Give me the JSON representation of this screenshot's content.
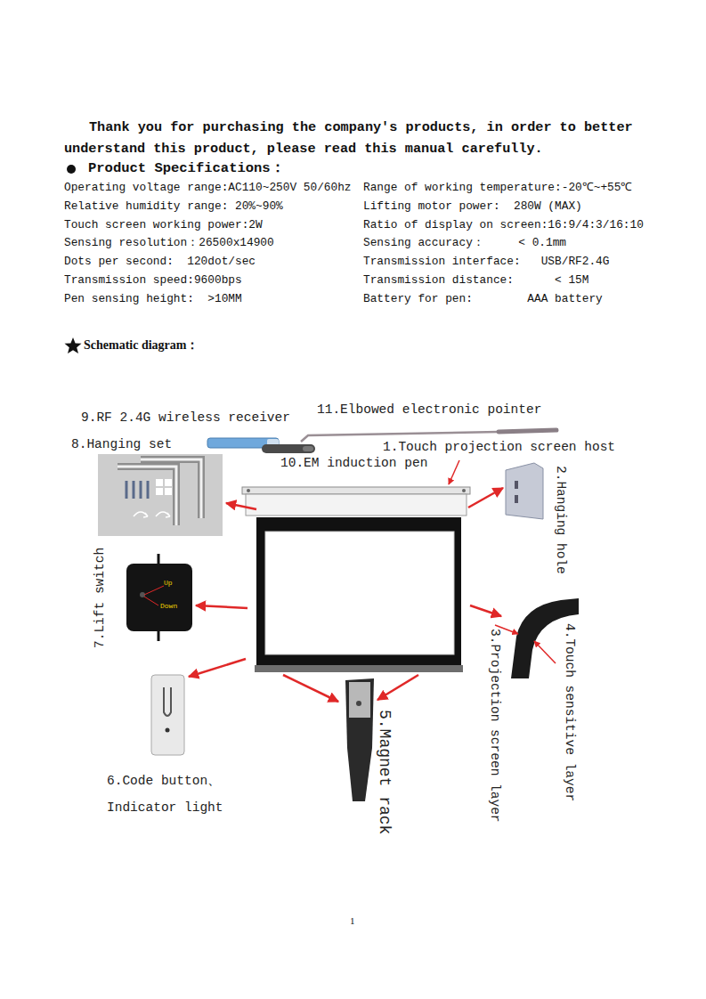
{
  "diagram": {
    "title": "Product Specifications：",
    "labels": [
      "Thank you for purchasing the company's products, in order to better understand this product, please read this manual carefully.",
      "Operating voltage range:AC110~250V 50/60hz",
      "Range of working temperature:-20℃~+55℃",
      "Relative humidity range: 20%~90%",
      "Lifting motor power:  280W (MAX)",
      "Touch screen working power:2W",
      "Ratio of display on screen:16:9/4:3/16:10",
      "Sensing resolution：26500x14900",
      "Sensing accuracy：     < 0.1mm",
      "Dots per second:  120dot/sec",
      "Transmission interface:   USB/RF2.4G",
      "Transmission speed:9600bps",
      "Transmission distance:      < 15M",
      "Pen sensing height:  >10MM",
      "Battery for pen:        AAA battery",
      "Schematic diagram：",
      "9.RF 2.4G wireless receiver",
      "11.Elbowed electronic pointer",
      "8.Hanging set",
      "10.EM induction pen",
      "1.Touch projection screen host",
      "2.Hanging hole",
      "7.Lift switch",
      "Up",
      "Down",
      "4.Touch sensitive layer",
      "3.Projection screen layer",
      "6.Code button、 Indicator light",
      "5.Magnet rack",
      "1"
    ]
  }
}
